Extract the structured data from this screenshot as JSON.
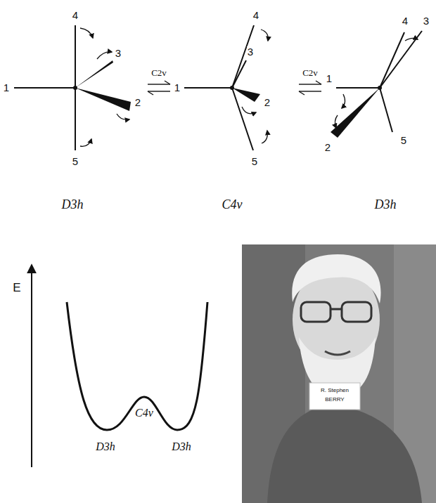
{
  "diagram": {
    "labels": [
      "4",
      "3",
      "1",
      "2",
      "5",
      "C2v",
      "4",
      "3",
      "1",
      "2",
      "5",
      "C2v",
      "4",
      "3",
      "1",
      "2",
      "5",
      "D3h",
      "C4v",
      "D3h",
      "E",
      "C4v",
      "D3h",
      "D3h",
      "R. Stephen",
      "BERRY"
    ]
  }
}
